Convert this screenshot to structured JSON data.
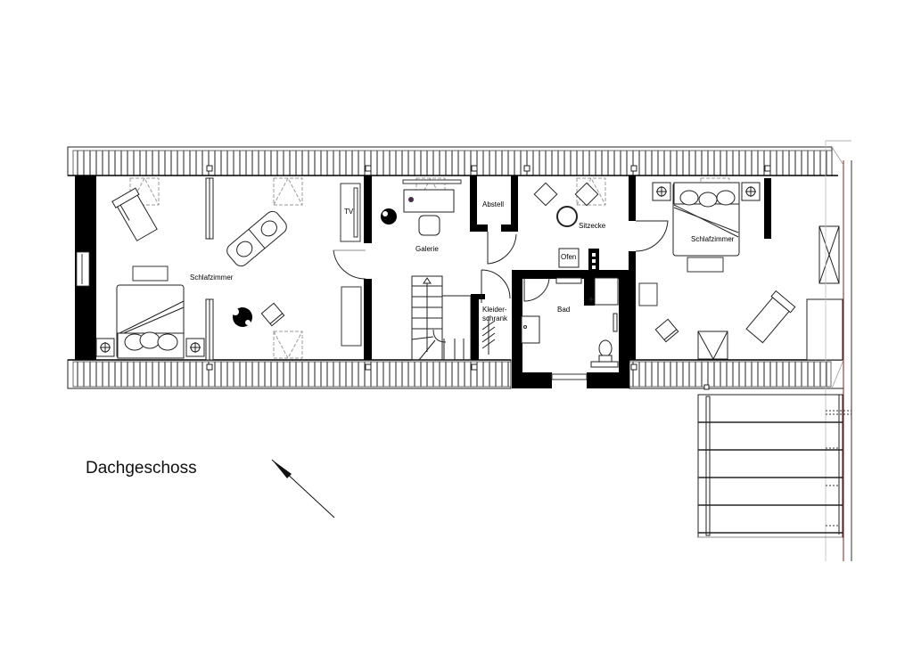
{
  "drawing": {
    "title": "Dachgeschoss",
    "north_arrow": "north-arrow",
    "colors": {
      "wall": "#000000",
      "line": "#222222",
      "dashed": "#999999",
      "property_line": "#8b1a1a",
      "background": "#ffffff"
    }
  },
  "rooms": [
    {
      "id": "schlafzimmer-west",
      "label": "Schlafzimmer"
    },
    {
      "id": "galerie",
      "label": "Galerie"
    },
    {
      "id": "abstell",
      "label": "Abstell"
    },
    {
      "id": "sitzecke",
      "label": "Sitzecke"
    },
    {
      "id": "bad",
      "label": "Bad"
    },
    {
      "id": "kleiderschrank",
      "label": "Kleider-",
      "label2": "schrank"
    },
    {
      "id": "schlafzimmer-east",
      "label": "Schlafzimmer"
    }
  ],
  "fixtures": {
    "tv": "TV",
    "ofen": "Ofen"
  }
}
